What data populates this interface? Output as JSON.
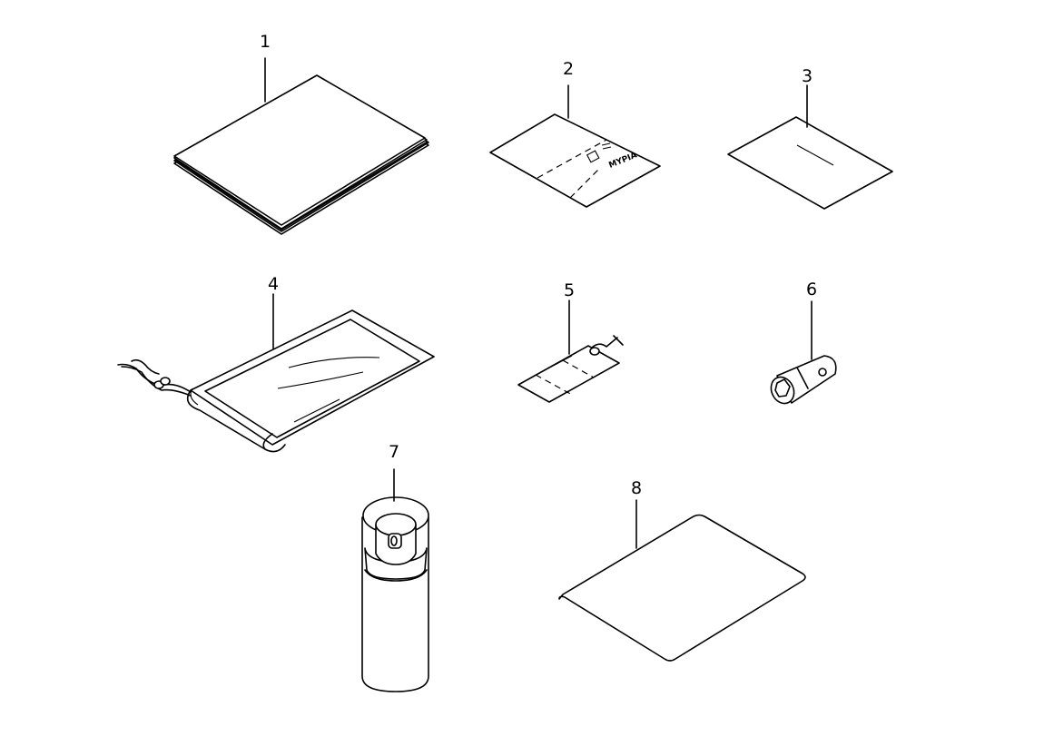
{
  "diagram": {
    "parts": [
      {
        "label": "1",
        "icon": "owners-manual-icon"
      },
      {
        "label": "2",
        "icon": "warranty-card-icon",
        "logo_text": "MYPIA"
      },
      {
        "label": "3",
        "icon": "leaflet-icon"
      },
      {
        "label": "4",
        "icon": "document-pouch-icon"
      },
      {
        "label": "5",
        "icon": "key-tag-icon"
      },
      {
        "label": "6",
        "icon": "socket-wrench-icon"
      },
      {
        "label": "7",
        "icon": "spray-can-icon"
      },
      {
        "label": "8",
        "icon": "plate-sheet-icon"
      }
    ]
  }
}
